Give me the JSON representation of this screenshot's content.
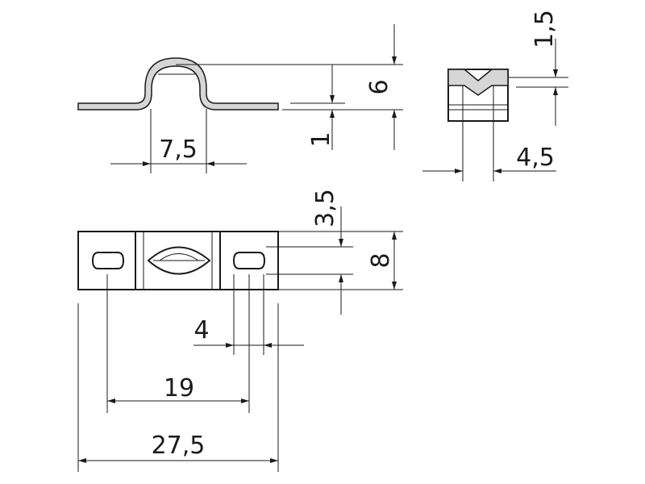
{
  "dimensions": {
    "saddle_inner_width": "7,5",
    "height_total": "6",
    "strip_thickness": "1",
    "slot_depth": "1,5",
    "end_width": "4,5",
    "hole_offset": "3,5",
    "strip_width": "8",
    "hole_width": "4",
    "hole_spacing": "19",
    "total_length": "27,5"
  },
  "colors": {
    "line": "#1a1a1a",
    "fill": "#d6d6d6"
  }
}
